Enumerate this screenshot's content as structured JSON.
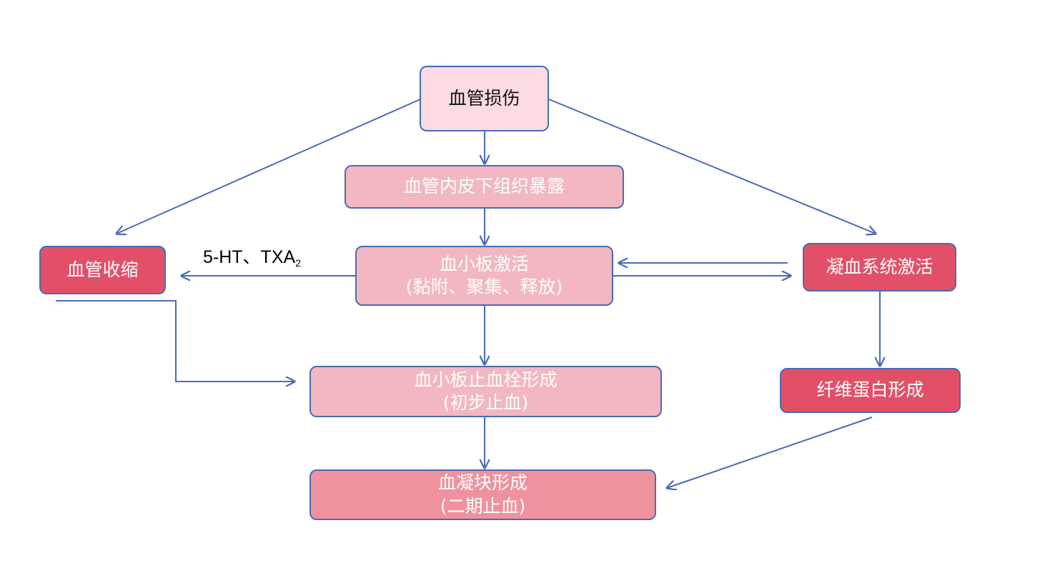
{
  "nodes": {
    "vascular_injury": "血管损伤",
    "subendothelium_exposed": "血管内皮下组织暴露",
    "platelet_activation": {
      "line1": "血小板激活",
      "line2": "(黏附、聚集、释放)"
    },
    "vasoconstriction": "血管收缩",
    "coagulation_activation": "凝血系统激活",
    "platelet_plug": {
      "line1": "血小板止血栓形成",
      "line2": "(初步止血)"
    },
    "fibrin_formation": "纤维蛋白形成",
    "blood_clot": {
      "line1": "血凝块形成",
      "line2": "(二期止血)"
    }
  },
  "edge_label": {
    "main": "5-HT、TXA",
    "subscript": "2"
  },
  "colors": {
    "border": "#4a6bb5",
    "arrow": "#4a6bb5",
    "light_pink": "#f9dbe1",
    "medium_pink": "#f2b7c0",
    "dark_pink": "#ef929e",
    "red": "#e25067"
  }
}
